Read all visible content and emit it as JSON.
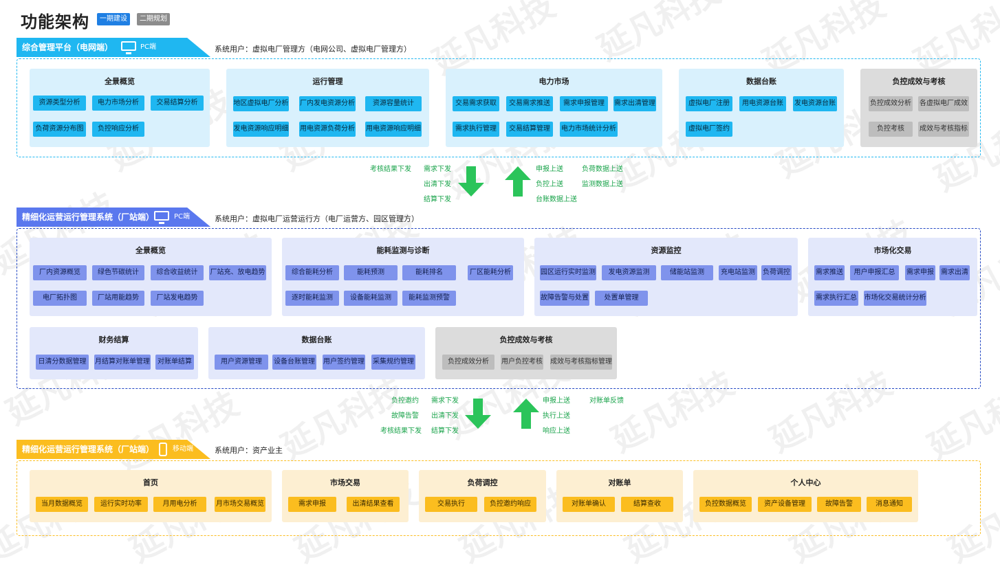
{
  "page": {
    "title": "功能架构",
    "badge_phase1": "一期建设",
    "badge_phase2": "二期规划",
    "watermark": "延凡科技"
  },
  "colors": {
    "phase1": "#1f7fe3",
    "phase2": "#8c8c8c",
    "grid_platform": "#1fb7f1",
    "ops_pc": "#5a78ee",
    "ops_mobile": "#fbbd1f",
    "flow_down": "#2bc45a",
    "flow_up": "#2bc45a"
  },
  "sections": {
    "grid": {
      "tab_label": "综合管理平台（电网端）",
      "device_label": "PC端",
      "device_icon": "monitor-icon",
      "user_text": "系统用户：虚拟电厂管理方（电网公司、虚拟电厂管理方）",
      "modules": [
        {
          "title": "全景概览",
          "chips": [
            "资源类型分析",
            "电力市场分析",
            "交易结算分析",
            "负荷资源分布图",
            "负控响应分析"
          ]
        },
        {
          "title": "运行管理",
          "chips": [
            "地区虚拟电厂分析",
            "厂内发电资源分析",
            "资源容量统计",
            "发电资源响应明细",
            "用电资源负荷分析",
            "用电资源响应明细"
          ]
        },
        {
          "title": "电力市场",
          "chips": [
            "交易需求获取",
            "交易需求推送",
            "需求申报管理",
            "需求出清管理",
            "需求执行管理",
            "交易结算管理",
            "电力市场统计分析"
          ]
        },
        {
          "title": "数据台账",
          "chips": [
            "虚拟电厂注册",
            "用电资源台账",
            "发电资源台账",
            "虚拟电厂签约"
          ]
        },
        {
          "title": "负控成效与考核",
          "chips": [
            "负控成效分析",
            "各虚拟电厂成效",
            "负控考核",
            "成效与考核指标"
          ]
        }
      ]
    },
    "ops_pc": {
      "tab_label": "精细化运营运行管理系统（厂站端）",
      "device_label": "PC端",
      "device_icon": "monitor-icon",
      "user_text": "系统用户：虚拟电厂运营运行方（电厂运营方、园区管理方）",
      "modules": [
        {
          "title": "全景概览",
          "chips": [
            "厂内资源概览",
            "绿色节碳统计",
            "综合收益统计",
            "厂站充、放电趋势",
            "电厂拓扑图",
            "厂站用能趋势",
            "厂站发电趋势"
          ]
        },
        {
          "title": "能耗监测与诊断",
          "chips": [
            "综合能耗分析",
            "能耗预测",
            "能耗排名",
            "厂区能耗分析",
            "逐时能耗监测",
            "设备能耗监测",
            "能耗监测预警"
          ]
        },
        {
          "title": "资源监控",
          "chips": [
            "园区运行实时监测",
            "发电资源监测",
            "储能站监测",
            "充电站监测",
            "负荷调控",
            "故障告警与处置",
            "处置单管理"
          ]
        },
        {
          "title": "市场化交易",
          "chips": [
            "需求推送",
            "用户申报汇总",
            "需求申报",
            "需求出清",
            "需求执行汇总",
            "市场化交易统计分析"
          ]
        },
        {
          "title": "财务结算",
          "chips": [
            "日清分数据管理",
            "月结算对账单管理",
            "对账单结算"
          ]
        },
        {
          "title": "数据台账",
          "chips": [
            "用户资源管理",
            "设备台账管理",
            "用户签约管理",
            "采集规约管理"
          ]
        },
        {
          "title": "负控成效与考核",
          "chips": [
            "负控成效分析",
            "用户负控考核",
            "成效与考核指标管理"
          ]
        }
      ]
    },
    "ops_mobile": {
      "tab_label": "精细化运营运行管理系统（厂站端）",
      "device_label": "移动端",
      "device_icon": "phone-icon",
      "user_text": "系统用户：资产业主",
      "modules": [
        {
          "title": "首页",
          "chips": [
            "当月数据概览",
            "运行实时功率",
            "月用电分析",
            "月市场交易概览"
          ]
        },
        {
          "title": "市场交易",
          "chips": [
            "需求申报",
            "出清结果查看"
          ]
        },
        {
          "title": "负荷调控",
          "chips": [
            "交易执行",
            "负控邀约响应"
          ]
        },
        {
          "title": "对账单",
          "chips": [
            "对账单确认",
            "结算查收"
          ]
        },
        {
          "title": "个人中心",
          "chips": [
            "负控数据概览",
            "资产设备管理",
            "故障告警",
            "消息通知"
          ]
        }
      ]
    }
  },
  "flows": {
    "upper_down": [
      "考核结果下发",
      "需求下发",
      "出清下发",
      "结算下发"
    ],
    "upper_up": [
      "申报上送",
      "负荷数据上送",
      "负控上送",
      "监测数据上送",
      "台账数据上送"
    ],
    "lower_down": [
      "负控邀约",
      "需求下发",
      "故障告警",
      "出清下发",
      "考核结果下发",
      "结算下发"
    ],
    "lower_up": [
      "申报上送",
      "对账单反馈",
      "执行上送",
      "响应上送"
    ]
  }
}
